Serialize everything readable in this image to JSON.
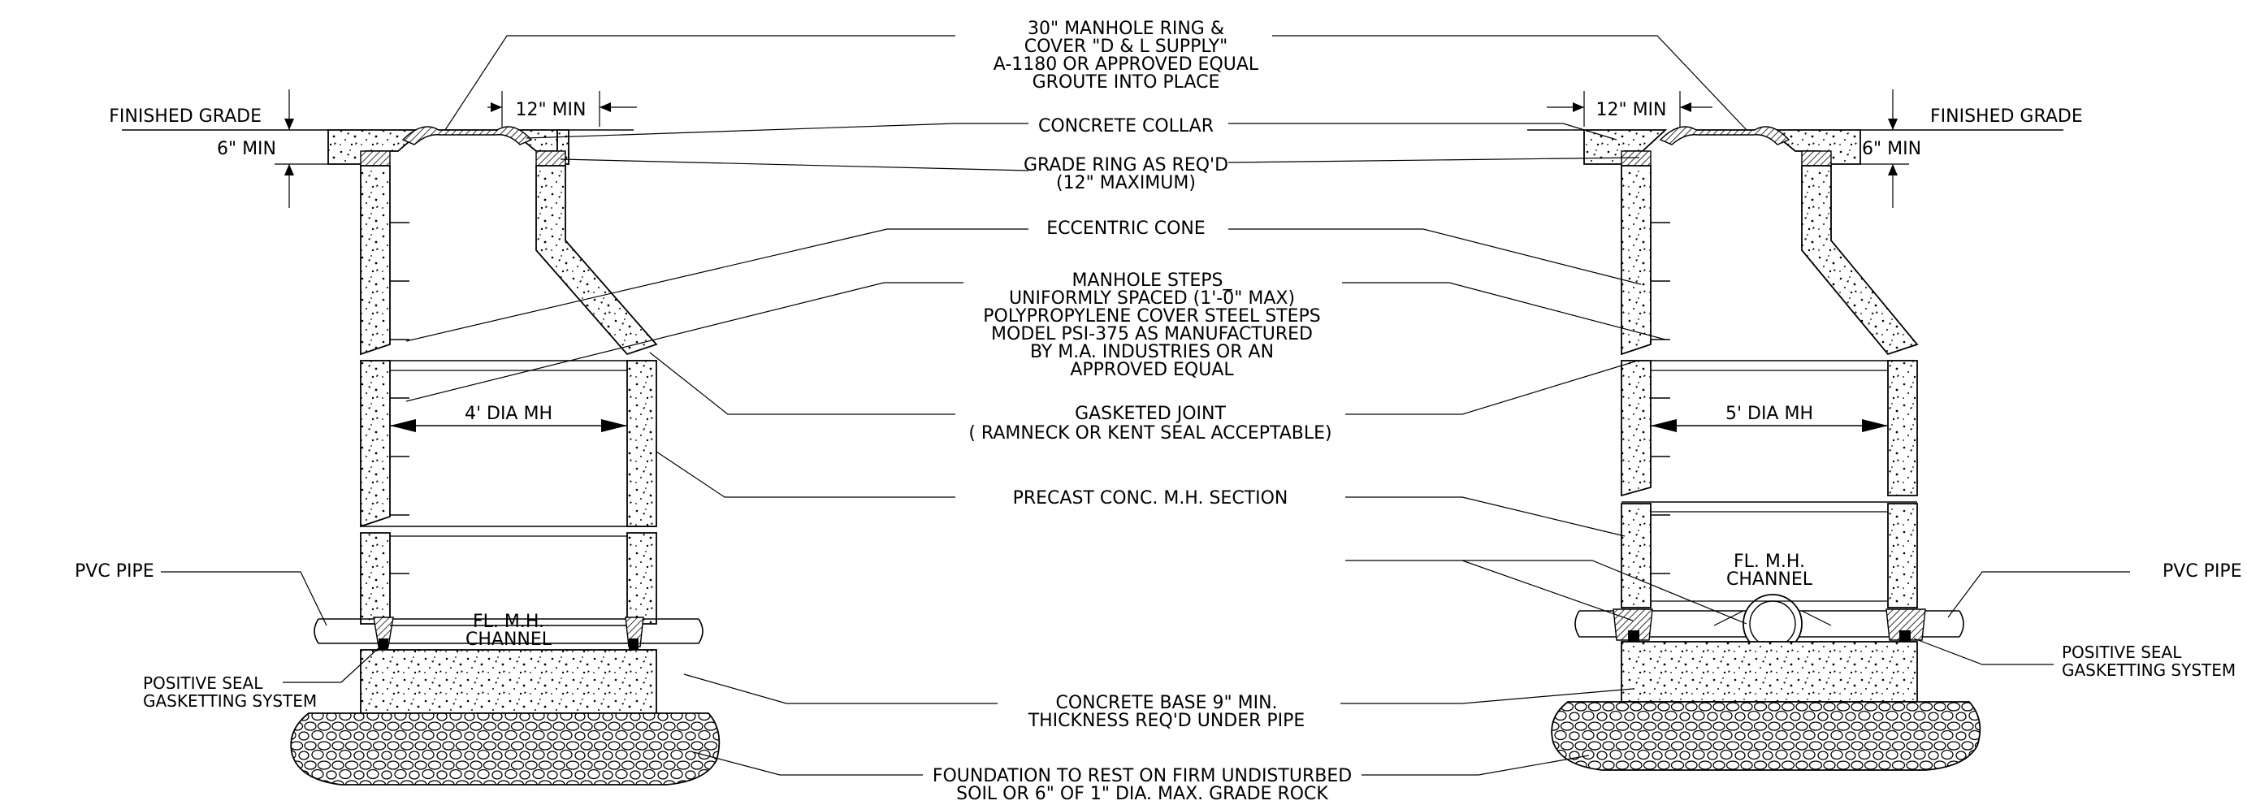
{
  "left_manhole": {
    "finished_grade": "FINISHED GRADE",
    "collar_thickness": "6\" MIN",
    "collar_width": "12\" MIN",
    "diameter": "4' DIA MH",
    "channel": [
      "FL. M.H.",
      "CHANNEL"
    ],
    "pipe": "PVC PIPE",
    "gasket": [
      "POSITIVE SEAL",
      "GASKETTING SYSTEM"
    ]
  },
  "right_manhole": {
    "finished_grade": "FINISHED GRADE",
    "collar_thickness": "6\" MIN",
    "collar_width": "12\" MIN",
    "diameter": "5' DIA MH",
    "channel": [
      "FL. M.H.",
      "CHANNEL"
    ],
    "pipe": "PVC PIPE",
    "gasket": [
      "POSITIVE SEAL",
      "GASKETTING SYSTEM"
    ]
  },
  "callouts": {
    "ring_cover": [
      "30\" MANHOLE RING &",
      "COVER \"D & L SUPPLY\"",
      "A-1180 OR APPROVED EQUAL",
      "GROUTE INTO PLACE"
    ],
    "collar": [
      "CONCRETE COLLAR"
    ],
    "grade_ring": [
      "GRADE RING AS REQ'D",
      "(12\" MAXIMUM)"
    ],
    "cone": [
      "ECCENTRIC CONE"
    ],
    "steps": [
      "MANHOLE STEPS_",
      "UNIFORMLY SPACED (1'-0\" MAX)",
      "POLYPROPYLENE COVER STEEL STEPS",
      "MODEL PSI-375 AS MANUFACTURED",
      "BY M.A. INDUSTRIES OR AN",
      "APPROVED EQUAL"
    ],
    "joint": [
      "GASKETED JOINT",
      "( RAMNECK OR KENT SEAL ACCEPTABLE)"
    ],
    "section": [
      "PRECAST CONC. M.H. SECTION"
    ],
    "base": [
      "CONCRETE BASE 9\" MIN.",
      "THICKNESS REQ'D UNDER PIPE"
    ],
    "foundation": [
      "FOUNDATION TO REST ON FIRM UNDISTURBED",
      "SOIL OR 6\" OF 1\"  DIA. MAX. GRADE ROCK"
    ]
  }
}
